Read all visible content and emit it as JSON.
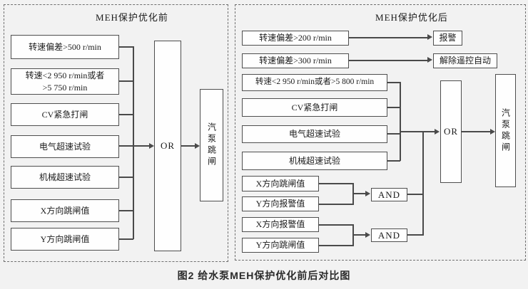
{
  "figure": {
    "caption": "图2  给水泵MEH保护优化前后对比图"
  },
  "left_panel": {
    "title": "MEH保护优化前",
    "inputs": [
      "转速偏差>500 r/min",
      "转速<2 950 r/min或者\n>5 750 r/min",
      "CV紧急打闸",
      "电气超速试验",
      "机械超速试验",
      "X方向跳闸值",
      "Y方向跳闸值"
    ],
    "gate": "OR",
    "output": "汽泵跳闸"
  },
  "right_panel": {
    "title": "MEH保护优化后",
    "alarm_rules": [
      {
        "condition": "转速偏差>200 r/min",
        "action": "报警"
      },
      {
        "condition": "转速偏差>300 r/min",
        "action": "解除遥控自动"
      }
    ],
    "trip_inputs": [
      "转速<2 950 r/min或者>5 800 r/min",
      "CV紧急打闸",
      "电气超速试验",
      "机械超速试验"
    ],
    "and_groups": [
      {
        "inputs": [
          "X方向跳闸值",
          "Y方向报警值"
        ],
        "gate": "AND"
      },
      {
        "inputs": [
          "X方向报警值",
          "Y方向跳闸值"
        ],
        "gate": "AND"
      }
    ],
    "gate": "OR",
    "output": "汽泵跳闸"
  },
  "colors": {
    "line": "#4a4a4a",
    "box_border": "#4e4e4e",
    "box_fill": "#fefefe",
    "background": "#f2f2f2"
  }
}
